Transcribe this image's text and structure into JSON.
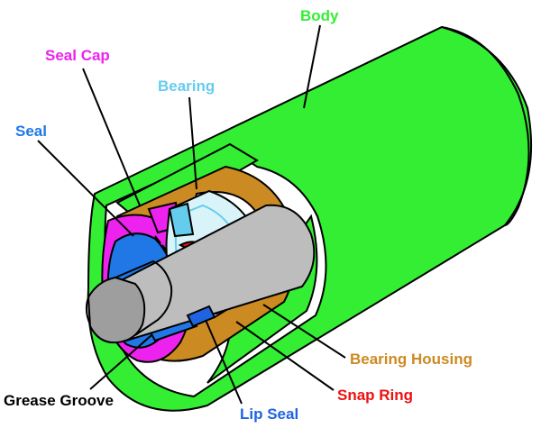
{
  "colors": {
    "body": "#33ee33",
    "seal_cap": "#ee22ee",
    "bearing": "#66ccee",
    "bearing_fill": "#d8f4f8",
    "seal": "#1f78e6",
    "bearing_housing": "#cc8a22",
    "grease_groove": "#000000",
    "snap_ring": "#ee1111",
    "lip_seal": "#1f63e0",
    "shaft": "#bdbdbd"
  },
  "labels": {
    "body": "Body",
    "seal_cap": "Seal Cap",
    "bearing": "Bearing",
    "seal": "Seal",
    "bearing_housing": "Bearing Housing",
    "grease_groove": "Grease Groove",
    "snap_ring": "Snap Ring",
    "lip_seal": "Lip Seal"
  }
}
